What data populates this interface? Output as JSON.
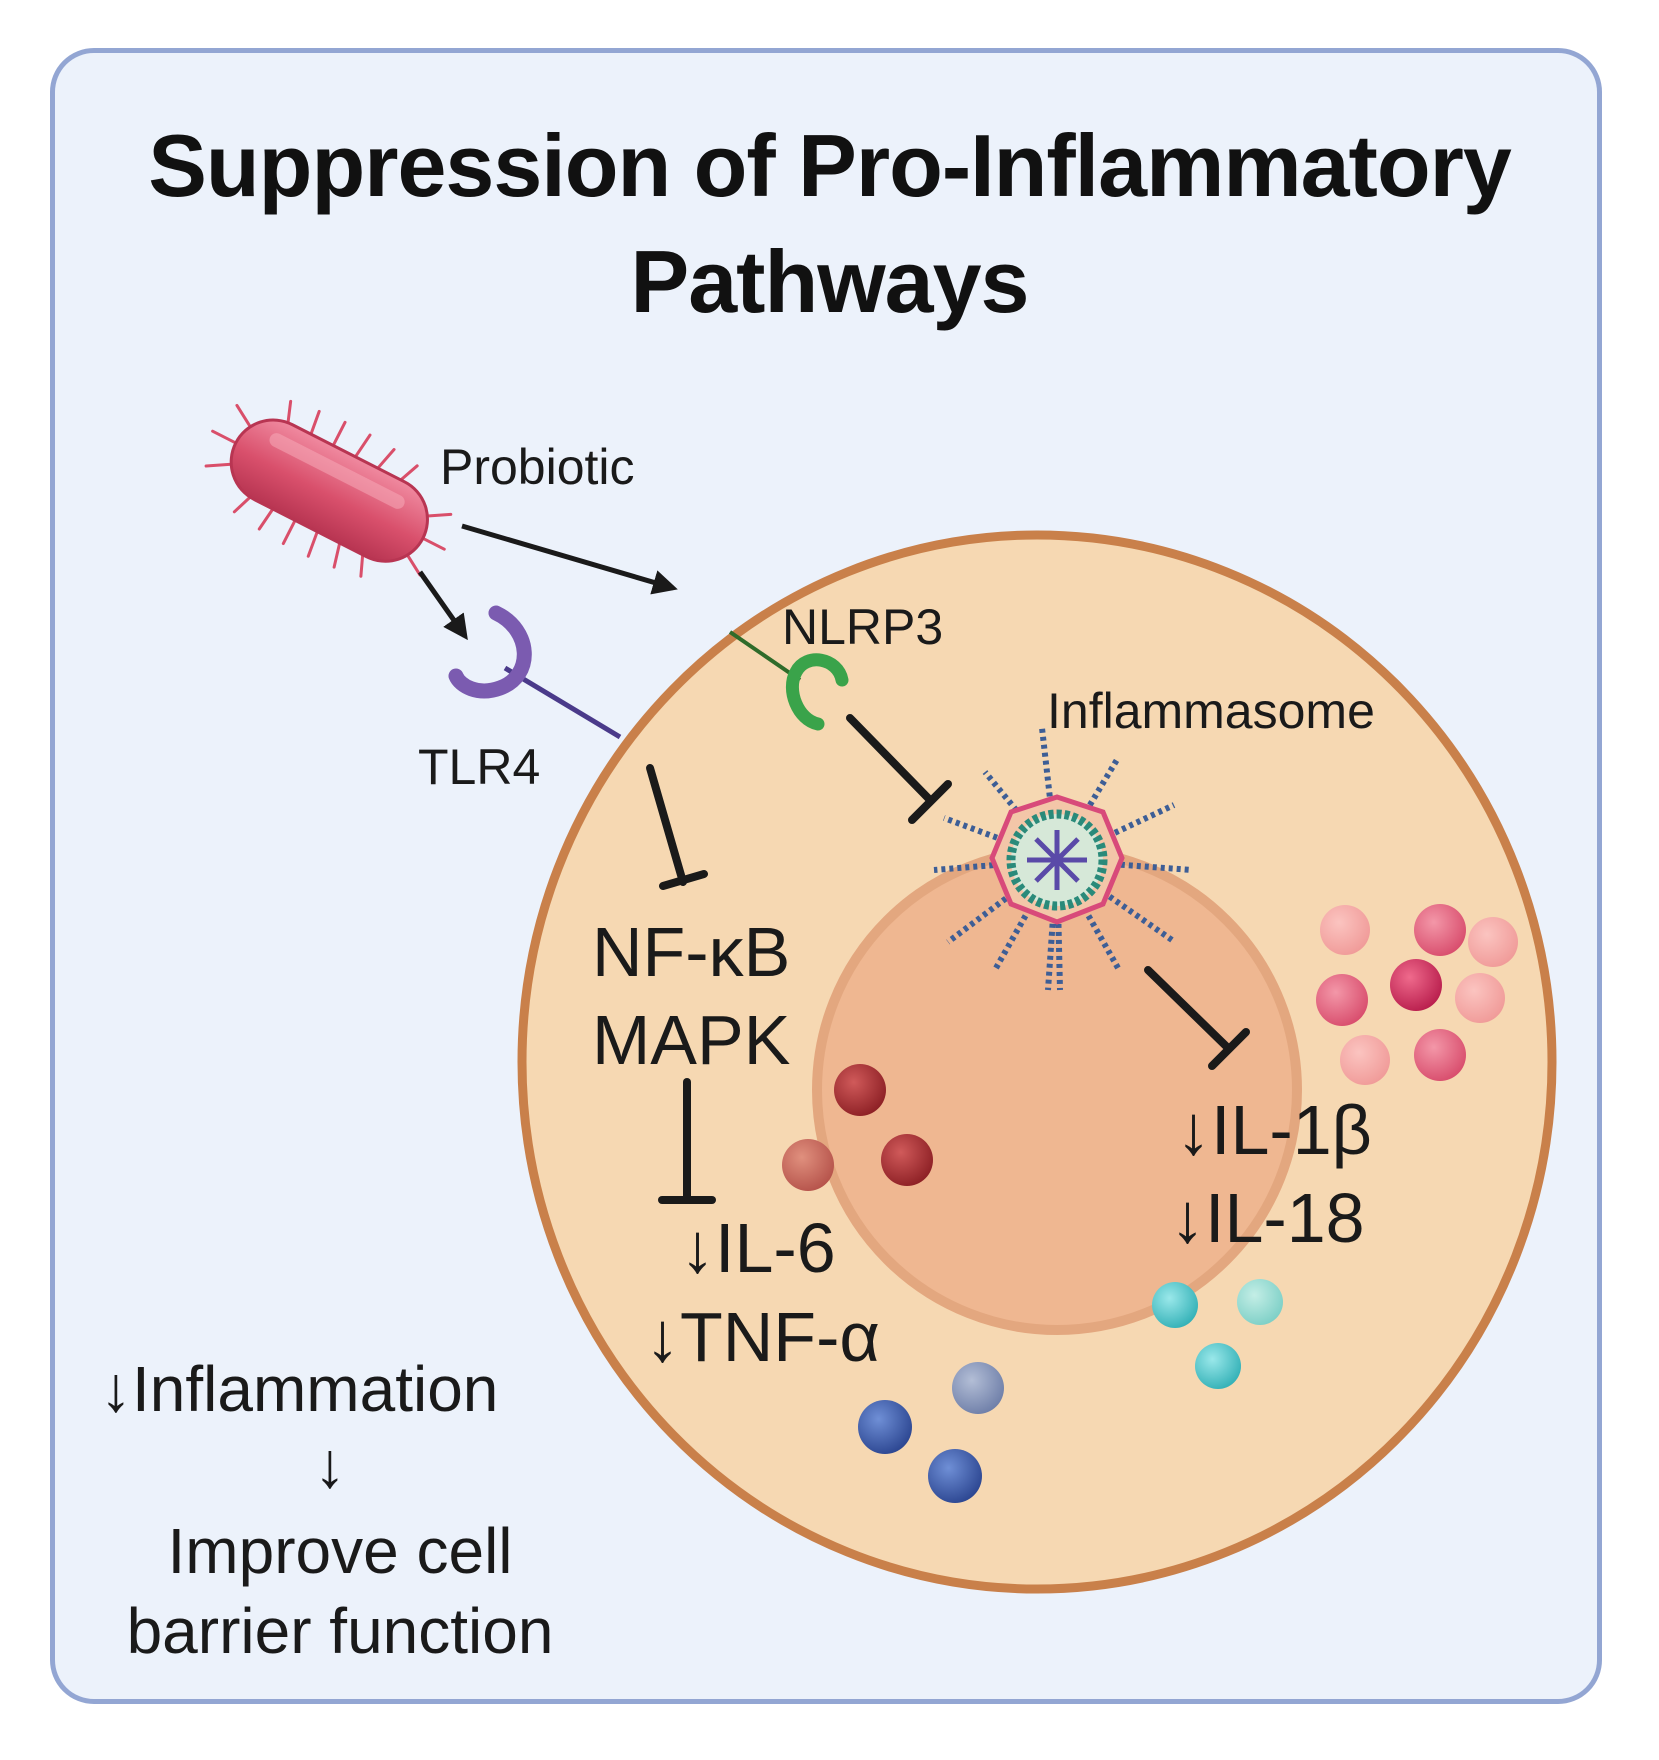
{
  "title": {
    "line1": "Suppression of Pro-Inflammatory",
    "line2": "Pathways"
  },
  "labels": {
    "probiotic": "Probiotic",
    "tlr4": "TLR4",
    "nlrp3": "NLRP3",
    "inflammasome": "Inflammasome",
    "nfkb": "NF-κB",
    "mapk": "MAPK",
    "il6": "↓IL-6",
    "tnfa": "↓TNF-α",
    "il1b": "↓IL-1β",
    "il18": "↓IL-18",
    "inflammation": "↓Inflammation",
    "down_arrow": "↓",
    "outcome_line1": "Improve cell",
    "outcome_line2": "barrier function"
  },
  "colors": {
    "frame_border": "#93a6d3",
    "frame_fill": "#ecf2fb",
    "cell_fill": "#f6d8b2",
    "cell_border": "#c9804a",
    "nucleus_fill": "#efb48e",
    "bacterium": "#d94f6a",
    "tlr4": "#7b5bb0",
    "nlrp3": "#3aa34a",
    "inflammasome_ring": "#2a8a7a",
    "inflammasome_spikes": "#3d5e96",
    "granule_red": "#a32b2b",
    "granule_pink": "#e05a78",
    "granule_teal": "#4fc4c8",
    "granule_blue": "#3e5ea8"
  },
  "icons": [
    "bacterium-icon",
    "tlr4-receptor-icon",
    "nlrp3-receptor-icon",
    "inflammasome-icon",
    "cytokine-granule-icon"
  ]
}
